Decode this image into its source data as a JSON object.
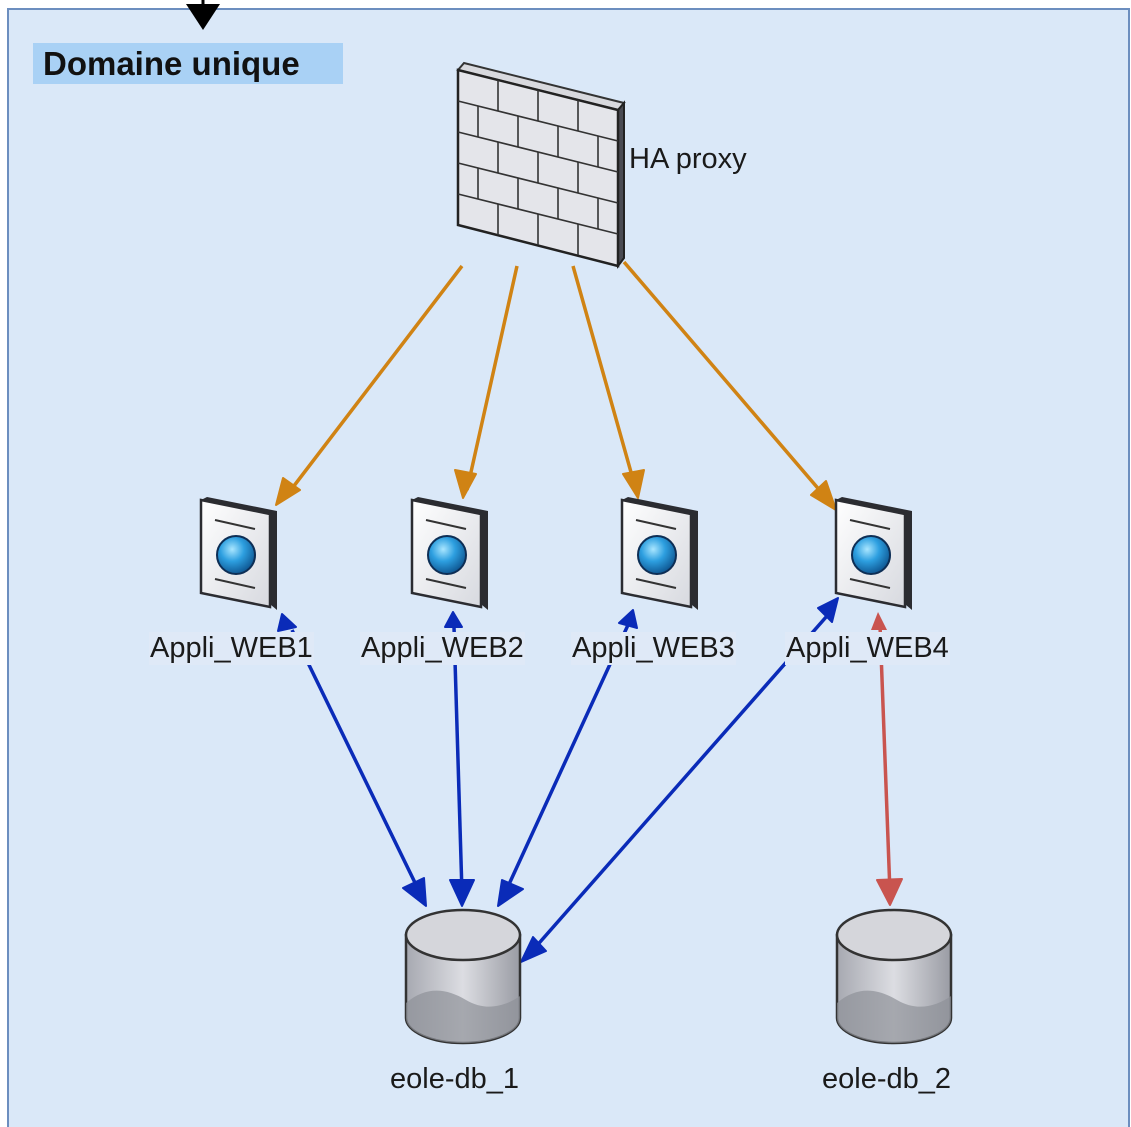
{
  "container": {
    "title": "Domaine unique",
    "background": "#dae8f8",
    "border": "#6c8ebf"
  },
  "proxy": {
    "label": "HA proxy",
    "icon": "firewall-icon"
  },
  "web_servers": [
    {
      "label": "Appli_WEB1",
      "icon": "web-server-icon"
    },
    {
      "label": "Appli_WEB2",
      "icon": "web-server-icon"
    },
    {
      "label": "Appli_WEB3",
      "icon": "web-server-icon"
    },
    {
      "label": "Appli_WEB4",
      "icon": "web-server-icon"
    }
  ],
  "databases": [
    {
      "label": "eole-db_1",
      "icon": "database-icon"
    },
    {
      "label": "eole-db_2",
      "icon": "database-icon"
    }
  ],
  "edges": [
    {
      "from": "HA proxy",
      "to": "Appli_WEB1",
      "color": "#d08314"
    },
    {
      "from": "HA proxy",
      "to": "Appli_WEB2",
      "color": "#d08314"
    },
    {
      "from": "HA proxy",
      "to": "Appli_WEB3",
      "color": "#d08314"
    },
    {
      "from": "HA proxy",
      "to": "Appli_WEB4",
      "color": "#d08314"
    },
    {
      "from": "Appli_WEB1",
      "to": "eole-db_1",
      "color": "#0a2bb8",
      "bidirectional": true
    },
    {
      "from": "Appli_WEB2",
      "to": "eole-db_1",
      "color": "#0a2bb8",
      "bidirectional": true
    },
    {
      "from": "Appli_WEB3",
      "to": "eole-db_1",
      "color": "#0a2bb8",
      "bidirectional": true
    },
    {
      "from": "Appli_WEB4",
      "to": "eole-db_1",
      "color": "#0a2bb8",
      "bidirectional": true
    },
    {
      "from": "Appli_WEB4",
      "to": "eole-db_2",
      "color": "#c9544f",
      "bidirectional": true
    }
  ]
}
